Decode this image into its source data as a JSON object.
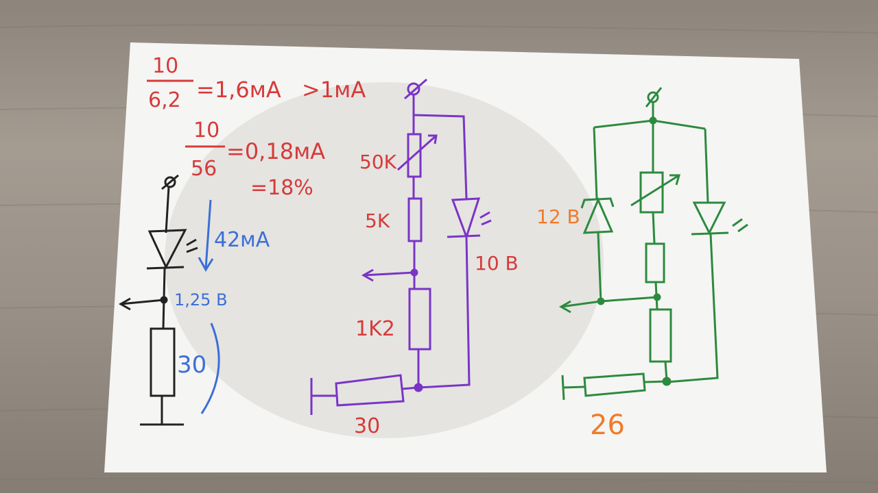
{
  "colors": {
    "red": "#d63a3a",
    "blue": "#3b6fd8",
    "purple": "#7a34c6",
    "green": "#2c8a3e",
    "orange": "#f07a2a",
    "ink": "#222222",
    "paper": "#f6f6f4"
  },
  "calc": {
    "frac1_num": "10",
    "frac1_den": "6,2",
    "frac1_result": "=1,6мA",
    "compare": ">1мA",
    "frac2_num": "10",
    "frac2_den": "56",
    "frac2_result": "=0,18мA",
    "percent": "=18%"
  },
  "circuit_led": {
    "current": "42мA",
    "voltage": "1,25 В",
    "resistor": "30"
  },
  "circuit_purple": {
    "pot": "50K",
    "r1": "5K",
    "r2": "1K2",
    "led_voltage": "10 В",
    "bottom_resistor": "30"
  },
  "circuit_green": {
    "zener_voltage": "12 В",
    "bottom_resistor": "26"
  }
}
